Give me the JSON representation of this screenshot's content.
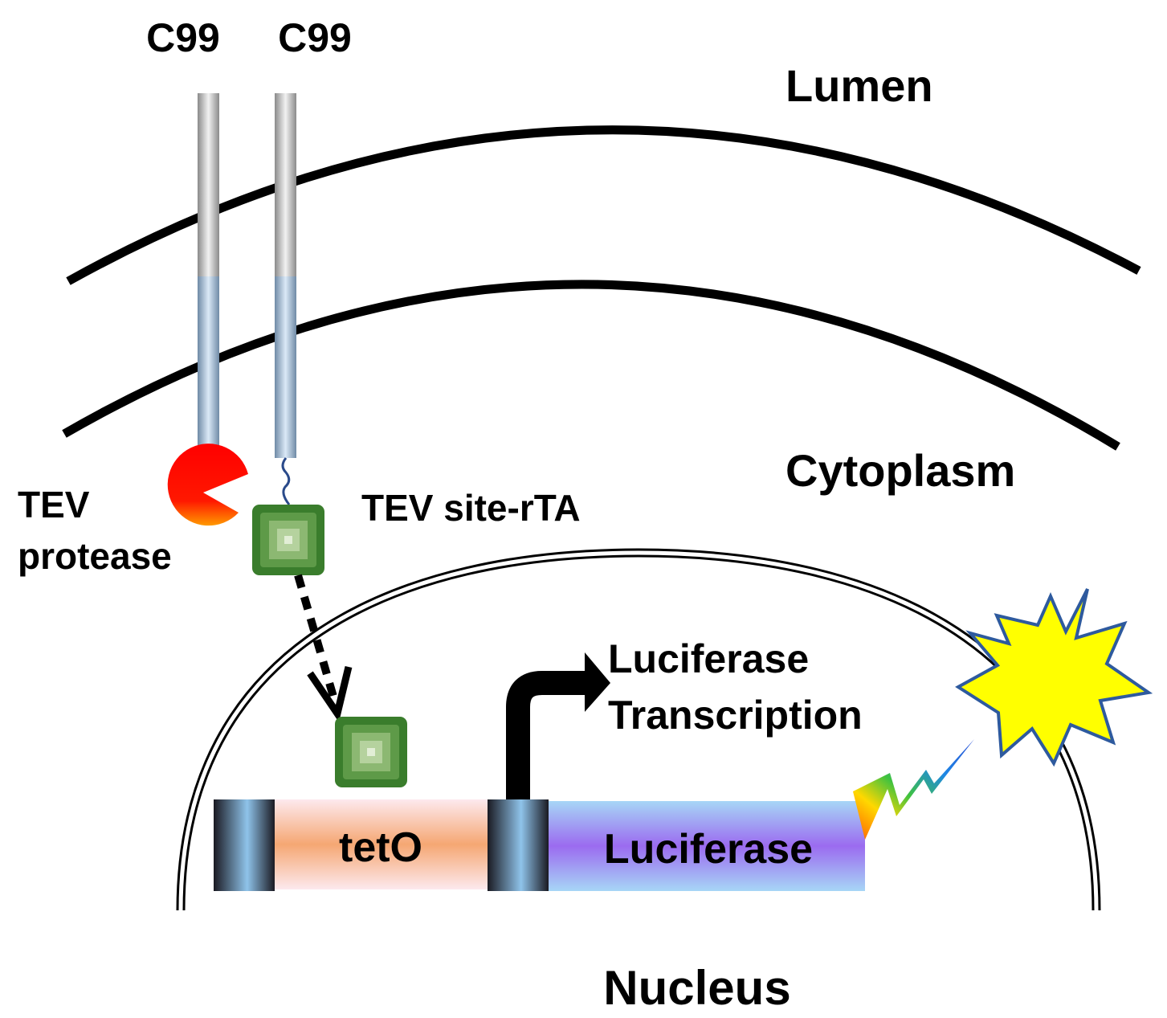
{
  "labels": {
    "c99_left": "C99",
    "c99_right": "C99",
    "lumen": "Lumen",
    "cytoplasm": "Cytoplasm",
    "tev_protease_line1": "TEV",
    "tev_protease_line2": "protease",
    "tev_site_rta": "TEV site-rTA",
    "luciferase_transcription_line1": "Luciferase",
    "luciferase_transcription_line2": "Transcription",
    "teto": "tetO",
    "luciferase_gene": "Luciferase",
    "nucleus": "Nucleus"
  },
  "colors": {
    "tev_protease": "#ff0000",
    "rta_box": "#3a7d2c",
    "membrane": "#000000",
    "light_burst": "#ffff00",
    "light_burst_outline": "#2e5a9e",
    "teto_band": "#f5a773",
    "luciferase_band": "#9b6bf0",
    "promoter_block": "#8fc3ea"
  },
  "icons": {
    "tev_protease": "pacman-wedge-icon",
    "rta": "nested-square-icon",
    "light": "starburst-icon",
    "emission": "rainbow-lightning-icon"
  }
}
